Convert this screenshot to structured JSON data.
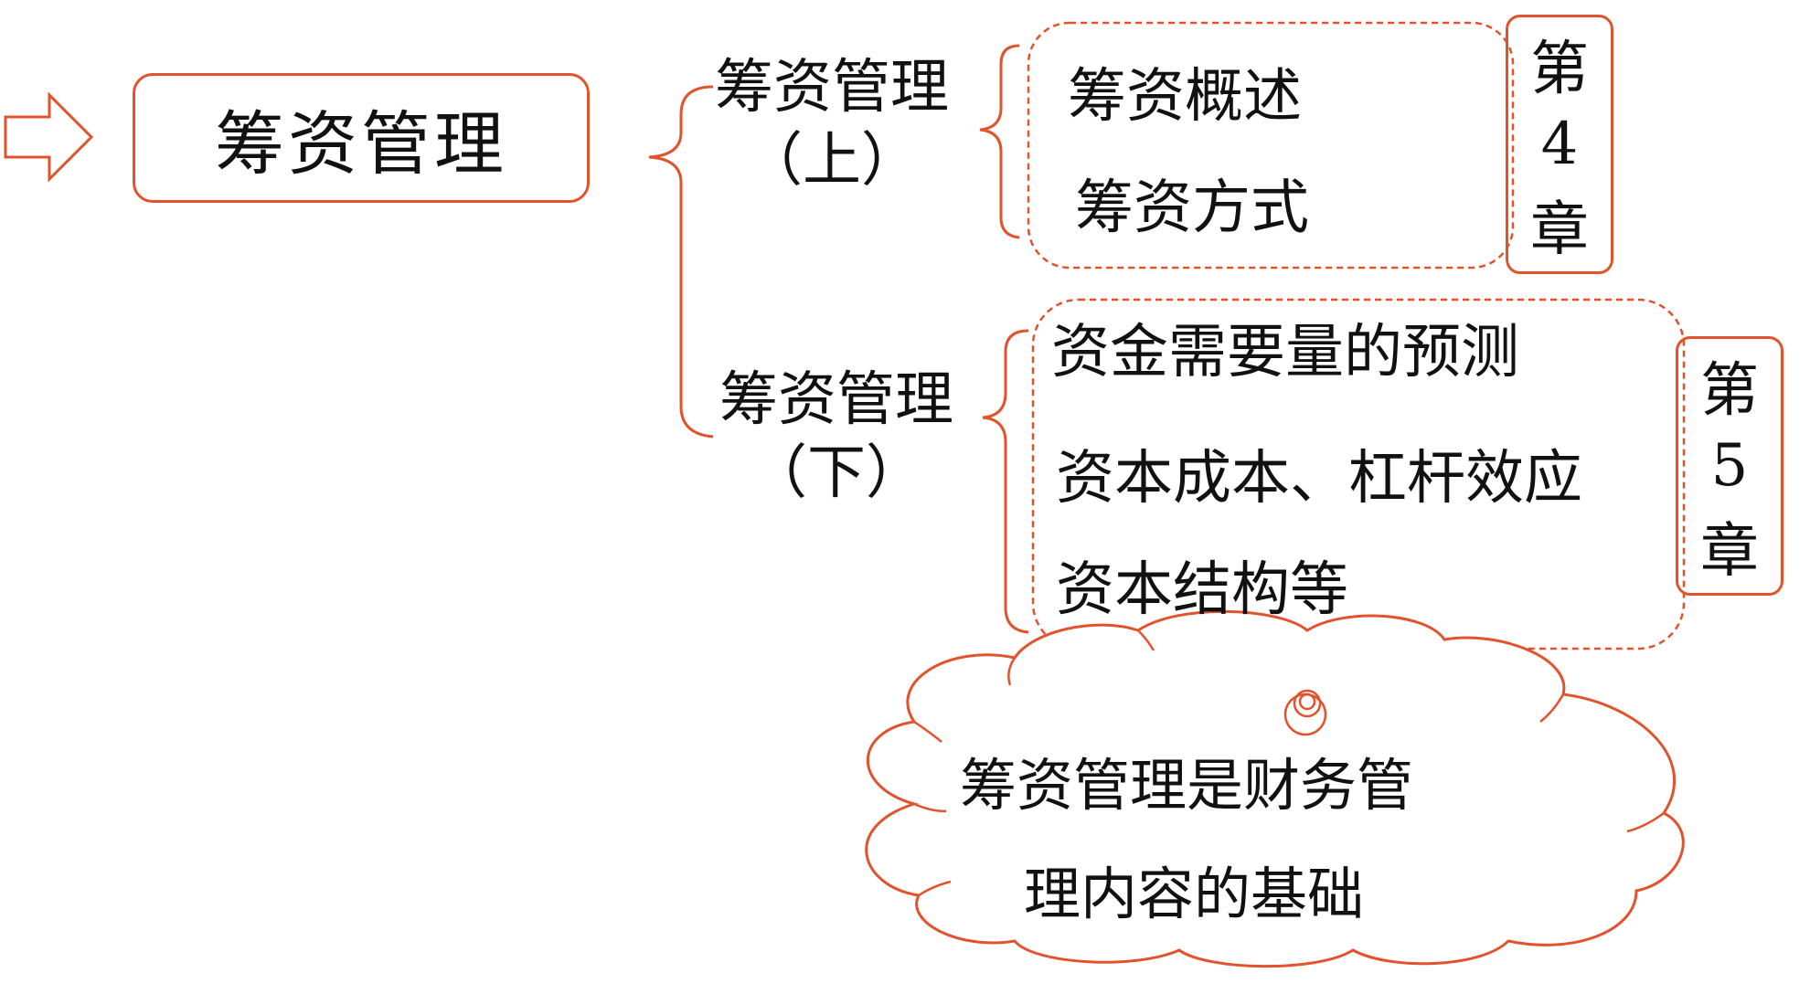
{
  "colors": {
    "accent": "#E2532D",
    "text": "#111111",
    "background": "#ffffff"
  },
  "arrow": {
    "icon": "right-arrow-icon"
  },
  "main_topic": "筹资管理",
  "branches": [
    {
      "label_line1": "筹资管理",
      "label_line2": "（上）",
      "items": [
        "筹资概述",
        "筹资方式"
      ],
      "chapter": {
        "line1": "第",
        "line2": "4",
        "line3": "章"
      }
    },
    {
      "label_line1": "筹资管理",
      "label_line2": "（下）",
      "items": [
        "资金需要量的预测",
        "资本成本、杠杆效应",
        "资本结构等"
      ],
      "chapter": {
        "line1": "第",
        "line2": "5",
        "line3": "章"
      }
    }
  ],
  "callout": {
    "line1": "筹资管理是财务管",
    "line2": "理内容的基础"
  }
}
